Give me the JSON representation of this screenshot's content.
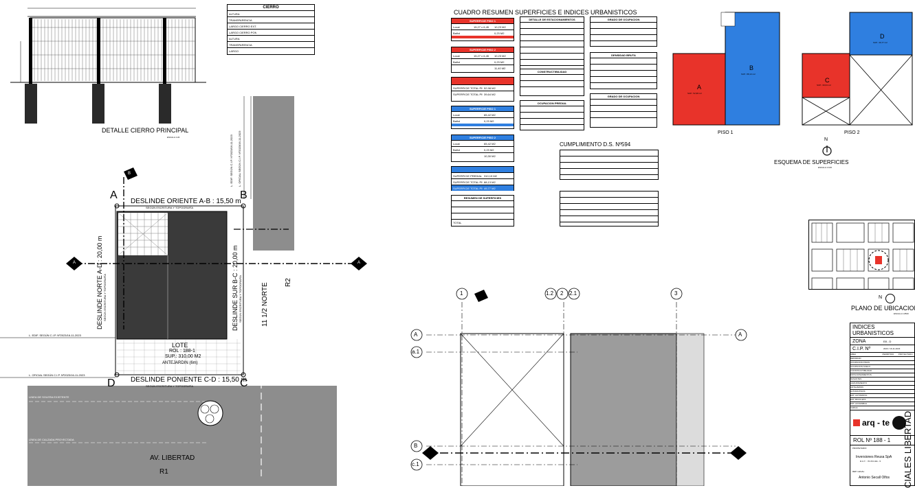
{
  "detail": {
    "title": "DETALLE CIERRO PRINCIPAL",
    "scale": "ESCALA 1:20"
  },
  "cierro_table": {
    "title": "CIERRO",
    "rows": [
      [
        "ALTURA",
        "",
        ""
      ],
      [
        "TRANSPARENCIA",
        "",
        ""
      ],
      [
        "LARGO CIERRO EXT.",
        "",
        ""
      ],
      [
        "LARGO CIERRO PONIENTE",
        "",
        ""
      ],
      [
        "ALTURA",
        "",
        ""
      ],
      [
        "TRANSPARENCIA",
        "",
        ""
      ],
      [
        "LARGO",
        "",
        ""
      ]
    ]
  },
  "summary": {
    "title": "CUADRO RESUMEN SUPERFICIES E INDICES URBANISTICOS",
    "blocks": [
      {
        "title": "SUPERFICIE PISO 1",
        "color": "#e8332a",
        "rows": [
          [
            "Local",
            "15,27 x 6,45",
            "10,23 M2"
          ],
          [
            "Bañol",
            "",
            "0,23 M2"
          ]
        ]
      },
      {
        "title": "SUPERFICIE PISO 2",
        "color": "#e8332a",
        "rows": [
          [
            "Local",
            "15,27 x 6,45",
            "10,23 M2"
          ],
          [
            "Bañol",
            "",
            "0,23 M2"
          ],
          [
            "",
            "",
            "11,40 M2"
          ]
        ]
      },
      {
        "title": "SUPERFICIE PREDIAL",
        "color": "#e8332a",
        "rows": [
          [
            "SUPERFICIE TOTAL PISO 1",
            "",
            "52,98 M2"
          ],
          [
            "SUPERFICIE TOTAL PISO 2",
            "",
            "39,64 M2"
          ]
        ]
      },
      {
        "title": "SUPERFICIE PISO 1",
        "color": "#2f7fe0",
        "rows": [
          [
            "Local",
            "",
            "65,42 M2"
          ],
          [
            "Bañol",
            "",
            "0,23 M2"
          ]
        ]
      },
      {
        "title": "SUPERFICIE PISO 2",
        "color": "#2f7fe0",
        "rows": [
          [
            "Local",
            "",
            "65,42 M2"
          ],
          [
            "Bañol",
            "",
            "0,23 M2"
          ],
          [
            "",
            "",
            "10,30 M2"
          ]
        ]
      },
      {
        "title": "SUPERFICIE PREDIAL",
        "color": "#2f7fe0",
        "rows": [
          [
            "SUPERFICIE PREDIAL",
            "",
            "310,19 M2"
          ],
          [
            "SUPERFICIE TOTAL PISO 1",
            "",
            "88,13 M2"
          ],
          [
            "SUPERFICIE TOTAL PISO 2",
            "",
            "49,77 M2"
          ]
        ]
      },
      {
        "title": "RESUMEN DE SUPERFICIES",
        "color": "#ffffff",
        "rows": [
          [
            "",
            "",
            ""
          ],
          [
            "",
            "",
            ""
          ],
          [
            "TOTAL",
            "",
            ""
          ]
        ]
      }
    ],
    "mid_blocks": [
      "DETALLE DE ESTACIONAMIENTOS",
      "CONSTRUCTIBILIDAD",
      "OCUPACION PREDIAL"
    ],
    "right_blocks": [
      "GRADO DE OCUPACION",
      "DENSIDAD BRUTA",
      "GRADO DE OCUPACION"
    ]
  },
  "ds": {
    "title": "CUMPLIMIENTO D.S. Nº594"
  },
  "schema": {
    "title": "ESQUEMA DE SUPERFICIES",
    "scale": "ESCALA 1:100",
    "north": "N",
    "piso1": "PISO 1",
    "piso2": "PISO 2",
    "labels": {
      "a": "A",
      "b": "B",
      "c": "C",
      "d": "D"
    },
    "sups": {
      "a": "SUP.: 52,98 m2",
      "b": "SUP.: 88,13 m2",
      "c": "SUP.: 39,64 m2",
      "d": "SUP.: 49,77 m2"
    }
  },
  "site": {
    "corner_a": "A",
    "corner_b": "B",
    "corner_c": "C",
    "corner_d": "D",
    "oriente": "DESLINDE ORIENTE A-B : 15,50 m",
    "oriente_sub": "SEGÚN ESCRITURA Y TOPOGRAFÍA",
    "poniente": "DESLINDE PONIENTE C-D : 15,50 m",
    "poniente_sub": "SEGÚN ESCRITURA Y TOPOGRAFÍA",
    "norte": "DESLINDE NORTE A-D : 20,00 m",
    "norte_sub": "SEGÚN ESCRITURA Y TOPOGRAFÍA",
    "sur": "DESLINDE SUR B-C : 20,00 m",
    "sur_sub": "SEGÚN ESCRITURA Y TOPOGRAFÍA",
    "lote": "LOTE",
    "rol": "ROL : 188-1",
    "sup": "SUP.: 310,00 M2",
    "antejardin": "ANTEJARDIN (6m)",
    "street_main": "AV. LIBERTAD",
    "street_side": "11 1/2 NORTE",
    "r1": "R1",
    "r2": "R2",
    "edif_top": "L. EDIF. SEGÚN C.I.P. Nº2023/16-11-2023",
    "oficial_top": "L. OFICIAL SEGÚN C.I.P. Nº2023/16-11-2023",
    "edif_left": "L. EDIF. SEGÚN C.I.P. Nº2023/16-11-2023",
    "oficial_left": "L. OFICIAL SEGÚN C.I.P. Nº2023/16-11-2023",
    "linea_solera": "LINEA DE SOLERA EXISTENTE",
    "calzada": "LÍNEA DE CALZADA PROYECTADA",
    "section_a": "A",
    "section_b": "B"
  },
  "plan": {
    "axis1": "1",
    "axis12": "1.2",
    "axis2": "2",
    "axis21": "2.1",
    "axis3": "3",
    "axisA": "A",
    "axisa1": "a.1",
    "axisB": "B",
    "axisc1": "c.1"
  },
  "location": {
    "title": "PLANO DE UBICACION",
    "scale": "ESCALA 1:2500",
    "north": "N"
  },
  "indices": {
    "title": "INDICES URBANISTICOS",
    "zona_label": "ZONA",
    "zona_value": "E8 - D",
    "cip_label": "C.I.P. Nº",
    "cip_value": "2023 / 16-11-2023",
    "rows": [
      [
        "AREA",
        "PERMITIDO",
        "PROYECTADO"
      ],
      [
        "DENSIDAD",
        "",
        ""
      ],
      [
        "OCUPACION PISOS",
        "",
        ""
      ],
      [
        "OCUPACION SUELO",
        "",
        ""
      ],
      [
        "CONSTRUCTIBILIDAD",
        "",
        ""
      ],
      [
        "ESTACIONAMIENTOS",
        "",
        ""
      ],
      [
        "RASANTES",
        "",
        ""
      ],
      [
        "AGRUPAMIENTO",
        "",
        ""
      ],
      [
        "ANTEJARDIN",
        "",
        ""
      ],
      [
        "ALTURA PISOS",
        "",
        ""
      ],
      [
        "EST. AUTOMOVIL",
        "",
        ""
      ],
      [
        "EST. BICICLETA",
        "",
        ""
      ],
      [
        "EST. ACCESIBLE",
        "",
        ""
      ],
      [
        "CARGA",
        "",
        ""
      ]
    ],
    "logo": "arq - te",
    "rol": "ROL Nº  188 - 1",
    "propietario_label": "PROPIETARIO:",
    "owner": "Inversiones Reusa SpA",
    "rut": "R.U.T. : 76.372.341 - 5",
    "rep_label": "REP. LEGAL:",
    "rep": "Antonio Secall Olfos",
    "vertical": "CIALES LIBERTAD"
  }
}
